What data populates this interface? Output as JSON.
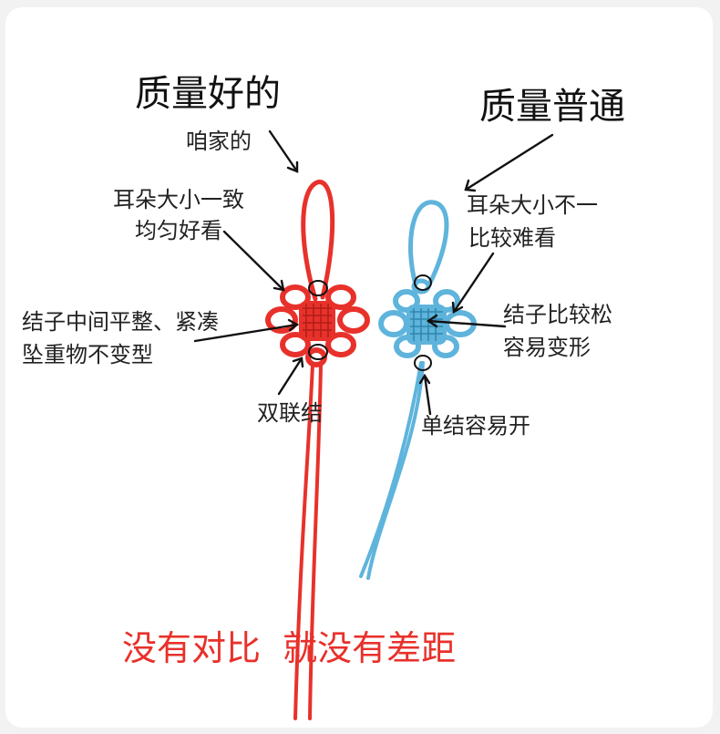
{
  "titles": {
    "good": "质量好的",
    "normal": "质量普通"
  },
  "labels": {
    "ours": "咱家的",
    "ears_even_1": "耳朵大小一致",
    "ears_even_2": "均匀好看",
    "knot_tight_1": "结子中间平整、紧凑",
    "knot_tight_2": "坠重物不变型",
    "double_knot": "双联结",
    "ears_uneven_1": "耳朵大小不一",
    "ears_uneven_2": "比较难看",
    "knot_loose_1": "结子比较松",
    "knot_loose_2": "容易变形",
    "single_knot": "单结容易开"
  },
  "slogan": "没有对比  就没有差距",
  "colors": {
    "good_cord": "#e8312b",
    "normal_cord": "#5fb4dc",
    "slogan": "#e8312b",
    "text": "#222222"
  }
}
